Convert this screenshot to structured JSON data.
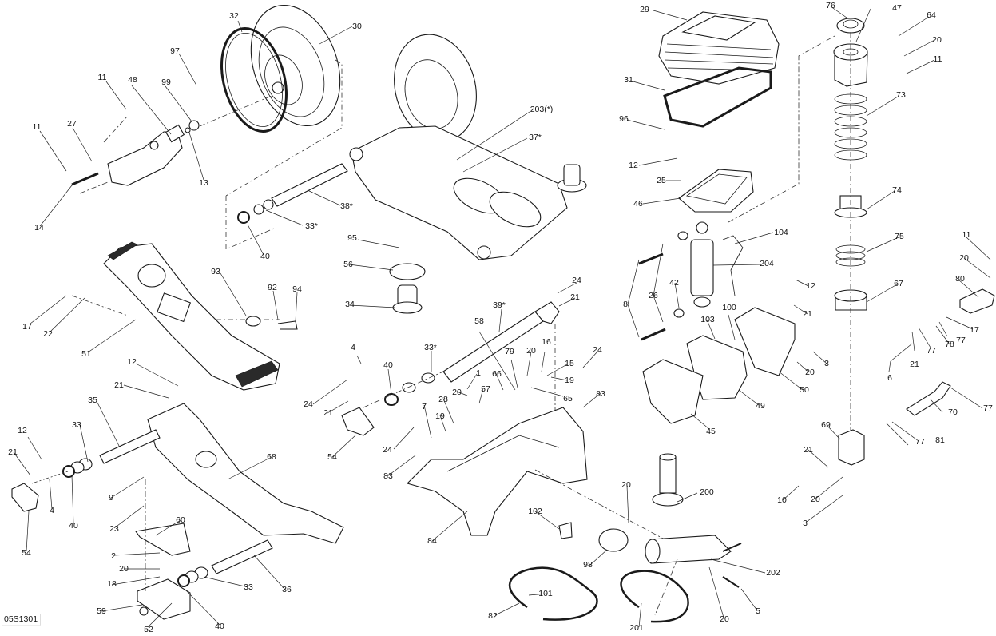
{
  "diagram": {
    "type": "exploded-parts-diagram",
    "reference_code": "05S1301",
    "callouts": {
      "c32": "32",
      "c30": "30",
      "c97": "97",
      "c11a": "11",
      "c48": "48",
      "c99": "99",
      "c11b": "11",
      "c27": "27",
      "c13": "13",
      "c14": "14",
      "c38": "38*",
      "c33a": "33*",
      "c40a": "40",
      "c203": "203(*)",
      "c37": "37*",
      "c29": "29",
      "c31": "31",
      "c96": "96",
      "c12a": "12",
      "c25": "25",
      "c46": "46",
      "c76": "76",
      "c47": "47",
      "c64": "64",
      "c20a": "20",
      "c11c": "11",
      "c73": "73",
      "c74": "74",
      "c75": "75",
      "c67": "67",
      "c93": "93",
      "c92": "92",
      "c94": "94",
      "c17a": "17",
      "c22": "22",
      "c51": "51",
      "c12b": "12",
      "c21a": "21",
      "c35": "35",
      "c95": "95",
      "c56": "56",
      "c34": "34",
      "c24a": "24",
      "c21b": "21",
      "c39": "39*",
      "c58": "58",
      "c33b": "33*",
      "c4a": "4",
      "c40b": "40",
      "c79": "79",
      "c20b": "20",
      "c16": "16",
      "c15": "15",
      "c19a": "19",
      "c65": "65",
      "c1": "1",
      "c66": "66",
      "c20c": "20",
      "c57": "57",
      "c28": "28",
      "c19b": "19",
      "c7": "7",
      "c24b": "24",
      "c21c": "21",
      "c54a": "54",
      "c24c": "24",
      "c83a": "83",
      "c24d": "24",
      "c83b": "83",
      "c84": "84",
      "c104": "104",
      "c204": "204",
      "c8": "8",
      "c26": "26",
      "c42": "42",
      "c12c": "12",
      "c21d": "21",
      "c100": "100",
      "c103": "103",
      "c3a": "3",
      "c20d": "20",
      "c50": "50",
      "c49": "49",
      "c45": "45",
      "c11d": "11",
      "c20e": "20",
      "c80": "80",
      "c17b": "17",
      "c77a": "77",
      "c78": "78",
      "c77b": "77",
      "c21e": "21",
      "c6": "6",
      "c77c": "77",
      "c70": "70",
      "c77d": "77",
      "c81": "81",
      "c69": "69",
      "c21f": "21",
      "c10": "10",
      "c20f": "20",
      "c3b": "3",
      "c200": "200",
      "c20g": "20",
      "c202": "202",
      "c102": "102",
      "c98": "98",
      "c101": "101",
      "c82": "82",
      "c201": "201",
      "c20h": "20",
      "c5": "5",
      "c12d": "12",
      "c21g": "21",
      "c33c": "33",
      "c4b": "4",
      "c40c": "40",
      "c54b": "54",
      "c68": "68",
      "c9": "9",
      "c23": "23",
      "c60": "60",
      "c2": "2",
      "c20i": "20",
      "c18": "18",
      "c33d": "33",
      "c36": "36",
      "c59": "59",
      "c52": "52",
      "c40d": "40"
    }
  }
}
